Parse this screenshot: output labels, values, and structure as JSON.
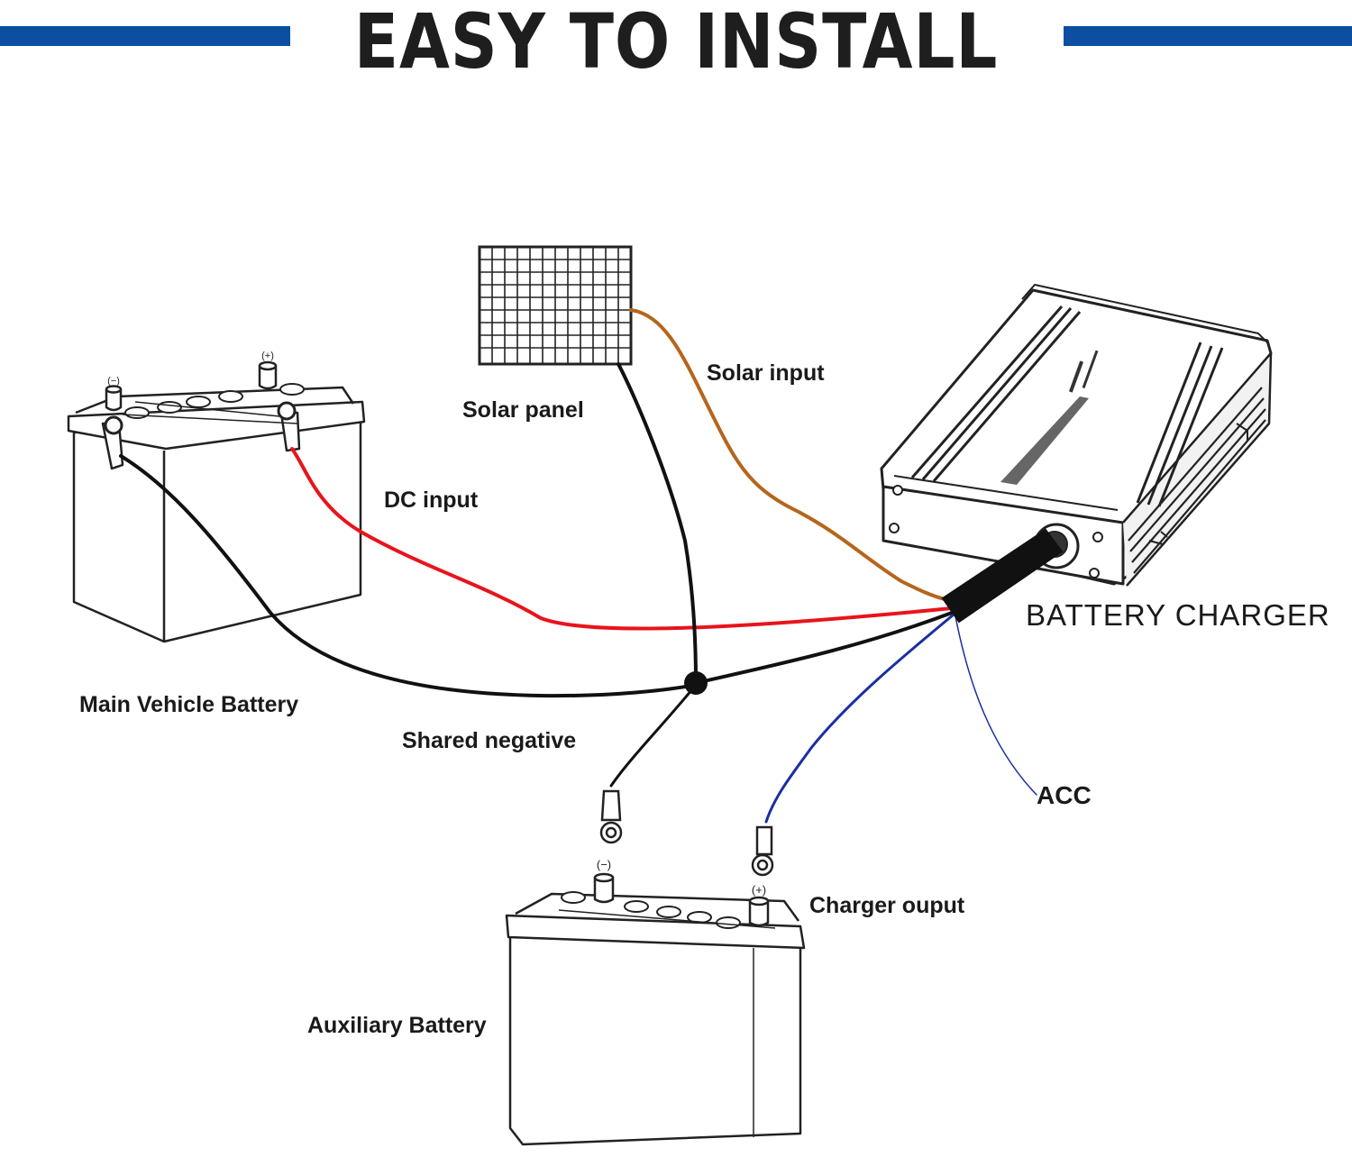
{
  "header": {
    "title": "EASY TO INSTALL",
    "bar_color": "#0b4ea2"
  },
  "labels": {
    "solar_panel": "Solar panel",
    "solar_input": "Solar input",
    "dc_input": "DC input",
    "battery_charger": "BATTERY CHARGER",
    "main_vehicle_battery": "Main Vehicle Battery",
    "shared_negative": "Shared negative",
    "acc": "ACC",
    "charger_output": "Charger ouput",
    "auxiliary_battery": "Auxiliary Battery"
  },
  "terminals": {
    "negative": "(−)",
    "positive": "(+)"
  },
  "wire_colors": {
    "positive": "#e8141c",
    "negative": "#111111",
    "solar": "#b5651d",
    "acc": "#1a2fa0"
  }
}
